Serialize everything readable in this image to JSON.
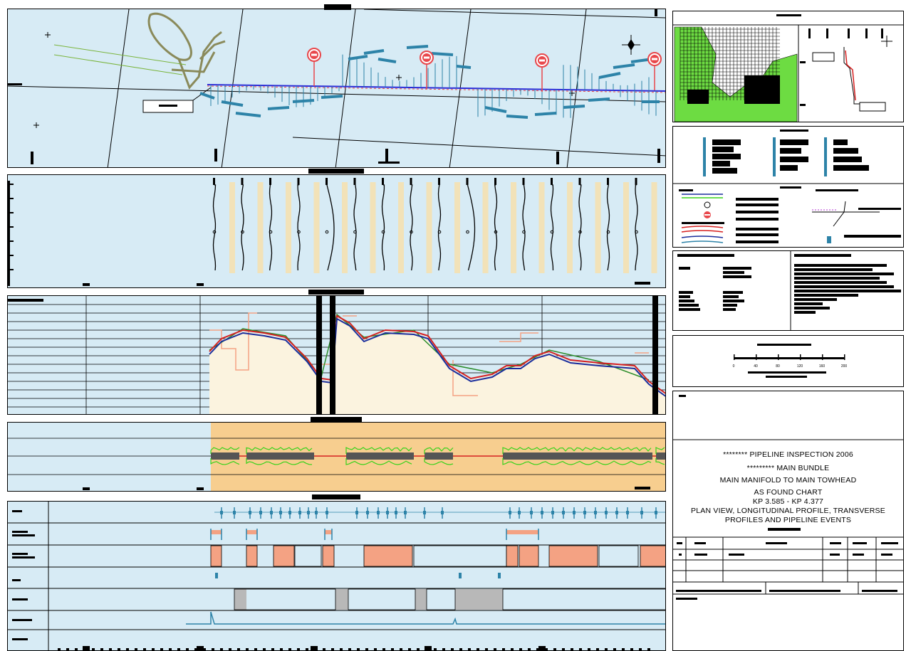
{
  "title_block": {
    "line1": "******** PIPELINE INSPECTION 2006",
    "line2": "********* MAIN BUNDLE",
    "line3": "MAIN MANIFOLD TO MAIN TOWHEAD",
    "line4": "AS FOUND CHART",
    "line5": "KP 3.585 - KP 4.377",
    "line6": "PLAN VIEW, LONGITUDINAL PROFILE, TRANSVERSE",
    "line7": "PROFILES AND PIPELINE EVENTS"
  },
  "scale_bar_ticks": [
    "0",
    "40",
    "80",
    "120",
    "160",
    "200"
  ],
  "colors": {
    "panel_bg": "#d7ebf5",
    "seabed_fill": "#fbf3df",
    "event_salmon": "#f4a283",
    "event_grey": "#b8b8b8",
    "free_span_marker": "#e8474b",
    "pipe_blue": "#2d83a8",
    "profile_red": "#d62020",
    "profile_blue": "#1a2d9c",
    "profile_green": "#2a8c2a",
    "scour_orange": "#f7ce8f",
    "trace_green": "#38d21c",
    "land_green": "#6ddc42"
  },
  "icons": [
    "no-entry-sign-icon",
    "north-arrow-icon",
    "grid-cross-icon"
  ]
}
